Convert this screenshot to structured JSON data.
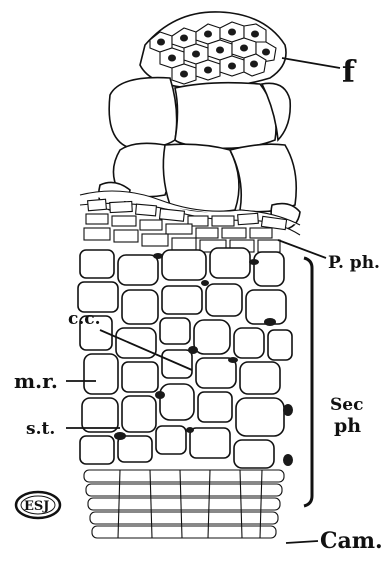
{
  "figure": {
    "labels": {
      "f": "f",
      "p_ph": "P. ph.",
      "cc": "c.c.",
      "mr": "m.r.",
      "st": "s.t.",
      "sec_ph_1": "Sec",
      "sec_ph_2": "ph",
      "cam": "Cam.",
      "monogram": "ESJ"
    },
    "colors": {
      "ink": "#111111",
      "paper": "#ffffff"
    }
  }
}
